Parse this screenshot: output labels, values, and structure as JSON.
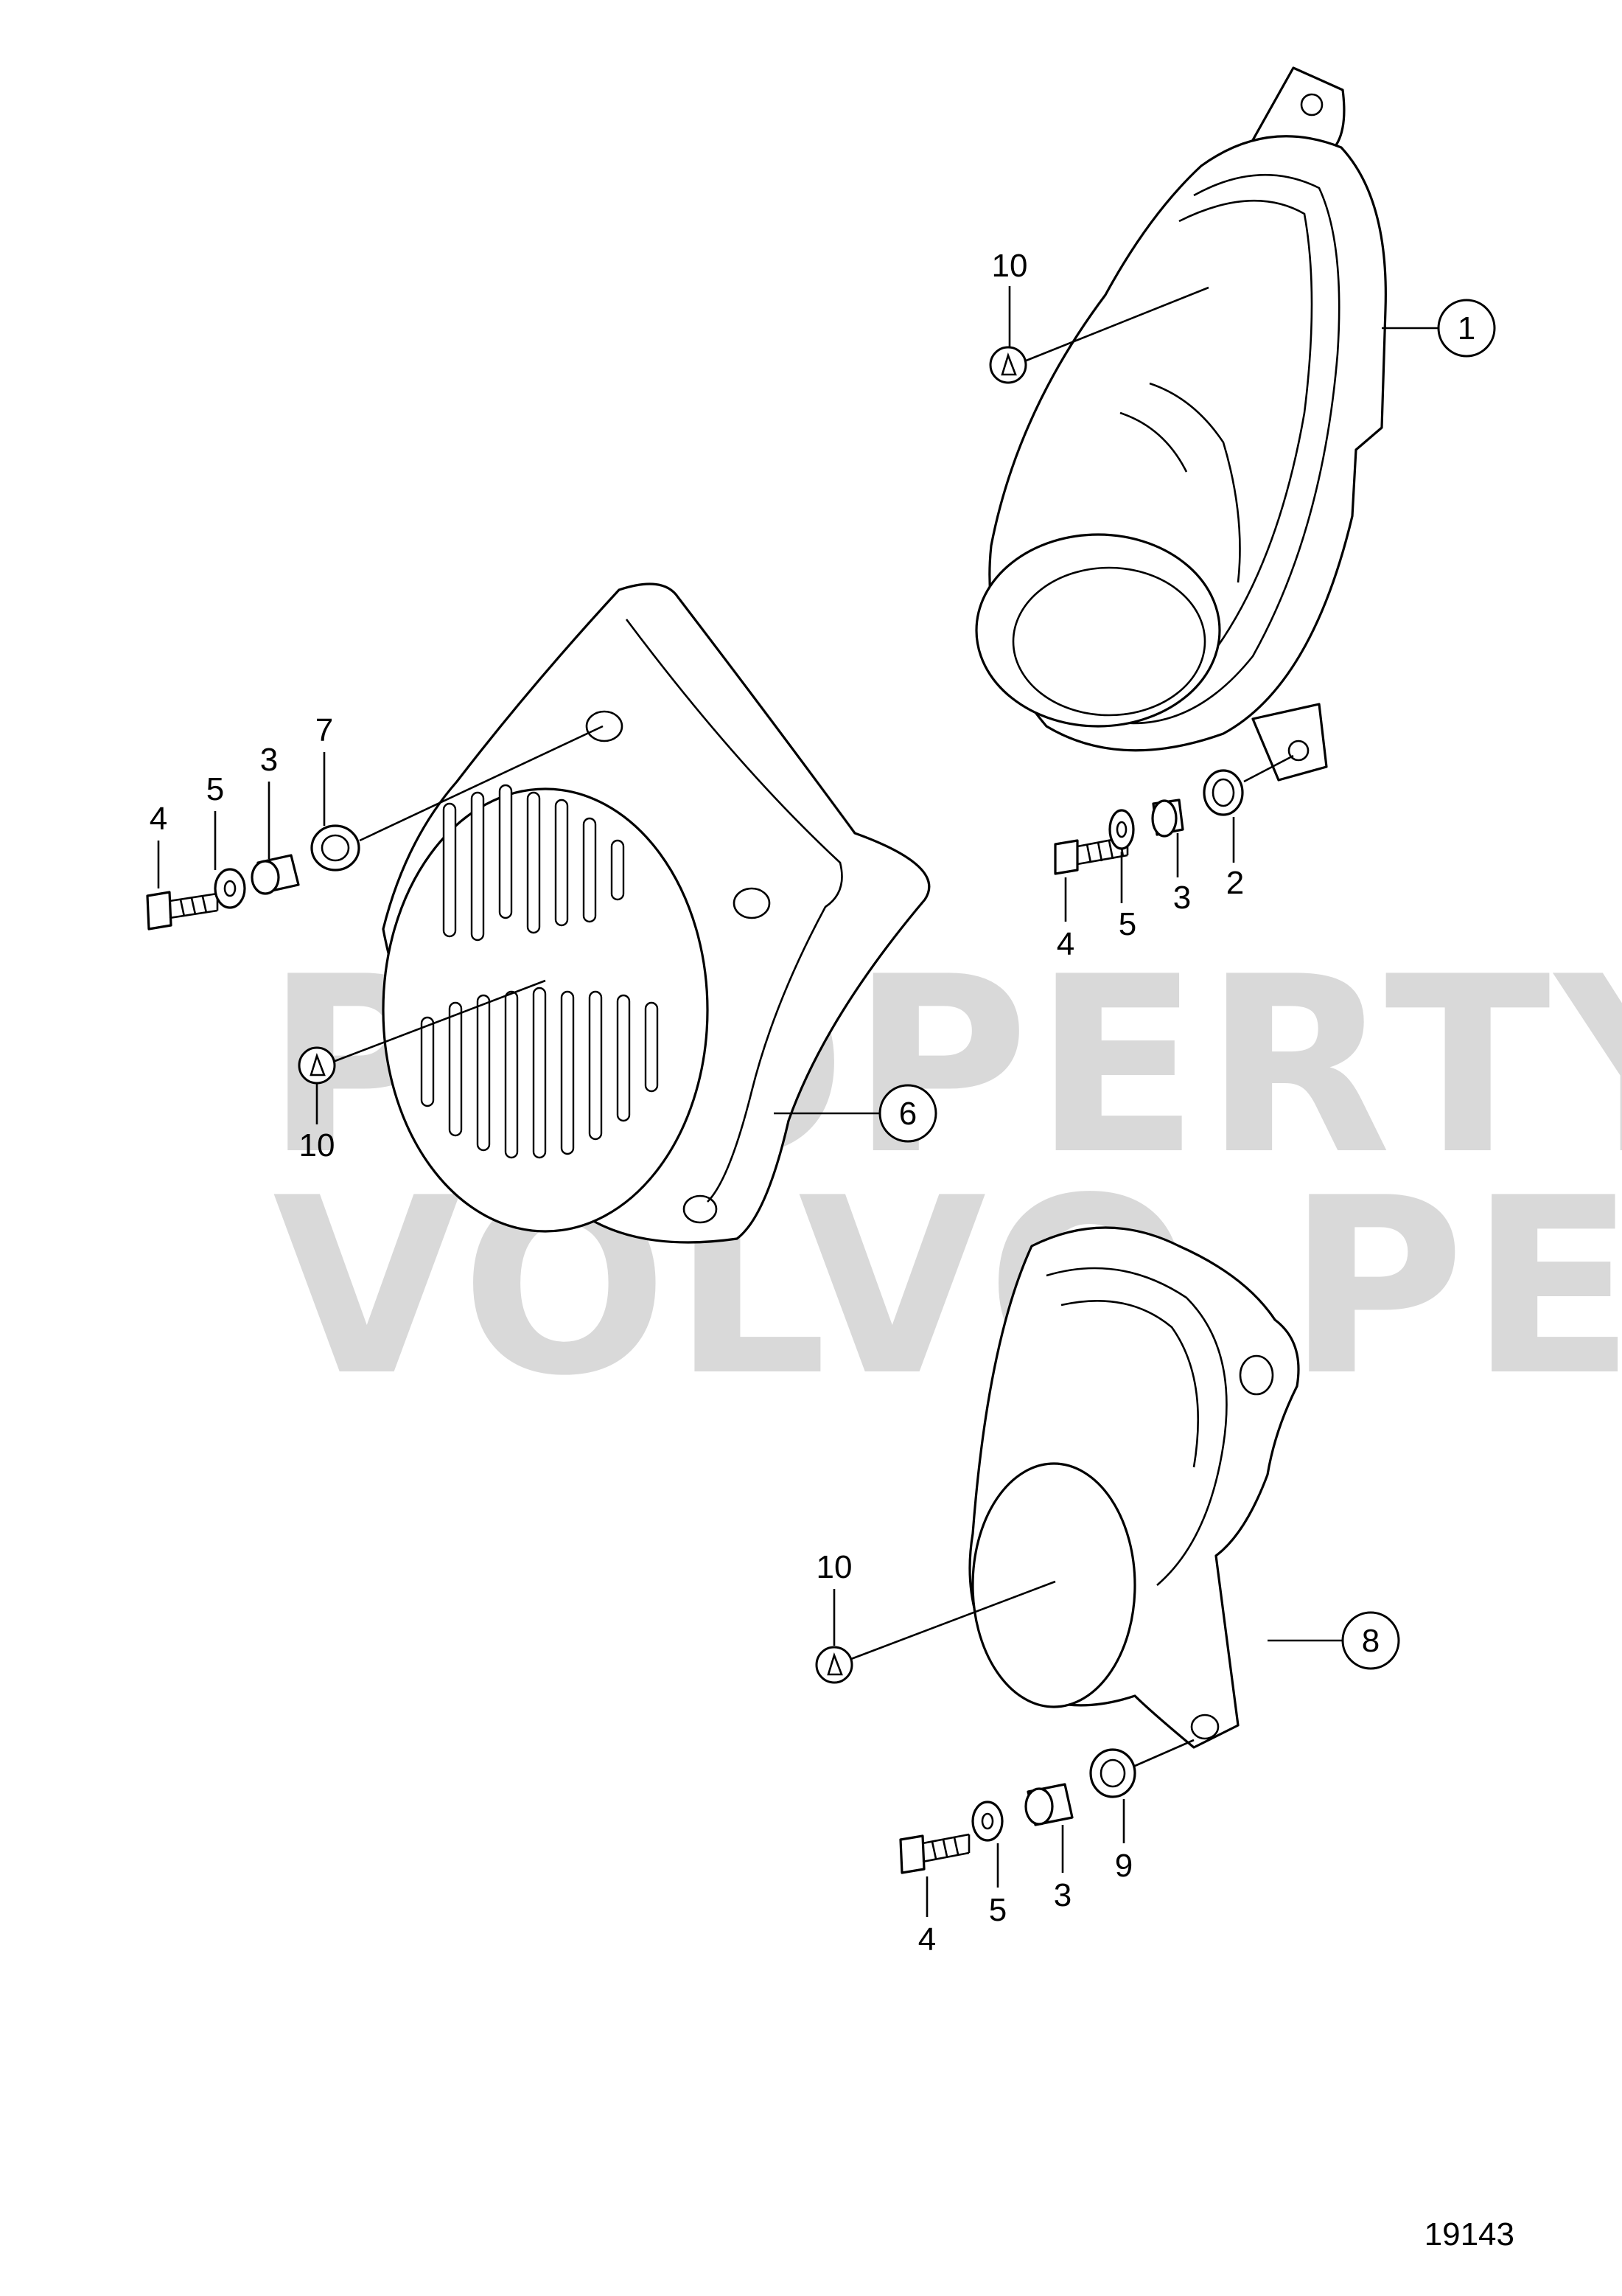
{
  "watermark": {
    "line1": "PROPERTY OF",
    "line2": "VOLVO PENTA"
  },
  "figure_number": "19143",
  "callouts": {
    "c1": "1",
    "c6": "6",
    "c8": "8"
  },
  "labels": {
    "a10": "10",
    "a4": "4",
    "a5": "5",
    "a3": "3",
    "a2": "2",
    "b10": "10",
    "b4": "4",
    "b5": "5",
    "b3": "3",
    "b7": "7",
    "d10": "10",
    "d4": "4",
    "d5": "5",
    "d3": "3",
    "d9": "9"
  }
}
